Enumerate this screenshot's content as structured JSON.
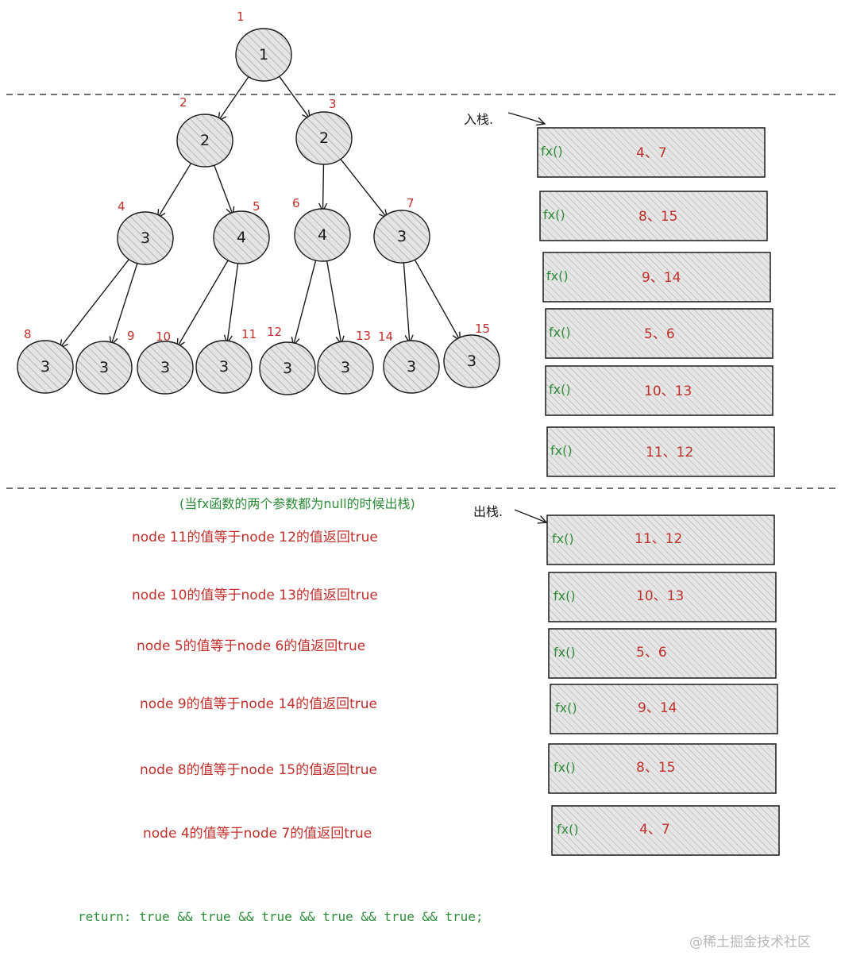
{
  "tree": {
    "nodes": [
      {
        "id": 1,
        "value": "1",
        "label": "1"
      },
      {
        "id": 2,
        "value": "2",
        "label": "2"
      },
      {
        "id": 3,
        "value": "2",
        "label": "3"
      },
      {
        "id": 4,
        "value": "3",
        "label": "4"
      },
      {
        "id": 5,
        "value": "4",
        "label": "5"
      },
      {
        "id": 6,
        "value": "4",
        "label": "6"
      },
      {
        "id": 7,
        "value": "3",
        "label": "7"
      },
      {
        "id": 8,
        "value": "3",
        "label": "8"
      },
      {
        "id": 9,
        "value": "3",
        "label": "9"
      },
      {
        "id": 10,
        "value": "3",
        "label": "10"
      },
      {
        "id": 11,
        "value": "3",
        "label": "11"
      },
      {
        "id": 12,
        "value": "3",
        "label": "12"
      },
      {
        "id": 13,
        "value": "3",
        "label": "13"
      },
      {
        "id": 14,
        "value": "3",
        "label": "14"
      },
      {
        "id": 15,
        "value": "3",
        "label": "15"
      }
    ],
    "edges": [
      [
        1,
        2
      ],
      [
        1,
        3
      ],
      [
        2,
        4
      ],
      [
        2,
        5
      ],
      [
        3,
        6
      ],
      [
        3,
        7
      ],
      [
        4,
        8
      ],
      [
        4,
        9
      ],
      [
        5,
        10
      ],
      [
        5,
        11
      ],
      [
        6,
        12
      ],
      [
        6,
        13
      ],
      [
        7,
        14
      ],
      [
        7,
        15
      ]
    ]
  },
  "push_stack": {
    "label": "入栈.",
    "frames": [
      {
        "fn": "fx()",
        "args": "4、7"
      },
      {
        "fn": "fx()",
        "args": "8、15"
      },
      {
        "fn": "fx()",
        "args": "9、14"
      },
      {
        "fn": "fx()",
        "args": "5、6"
      },
      {
        "fn": "fx()",
        "args": "10、13"
      },
      {
        "fn": "fx()",
        "args": "11、12"
      }
    ]
  },
  "pop_stack": {
    "label": "出栈.",
    "note": "(当fx函数的两个参数都为null的时候出栈)",
    "frames": [
      {
        "fn": "fx()",
        "args": "11、12",
        "result": "node 11的值等于node 12的值返回true"
      },
      {
        "fn": "fx()",
        "args": "10、13",
        "result": "node 10的值等于node 13的值返回true"
      },
      {
        "fn": "fx()",
        "args": "5、6",
        "result": "node 5的值等于node 6的值返回true"
      },
      {
        "fn": "fx()",
        "args": "9、14",
        "result": "node 9的值等于node 14的值返回true"
      },
      {
        "fn": "fx()",
        "args": "8、15",
        "result": "node 8的值等于node 15的值返回true"
      },
      {
        "fn": "fx()",
        "args": "4、7",
        "result": "node 4的值等于node 7的值返回true"
      }
    ]
  },
  "return_line": "return: true && true && true && true && true && true;",
  "watermark": "@稀土掘金技术社区",
  "colors": {
    "node_fill": "#e2e2e2",
    "stroke": "#1a1a1a",
    "label_red": "#c0302c",
    "code_green": "#2e8b3a",
    "watermark": "#b8b8b8"
  }
}
